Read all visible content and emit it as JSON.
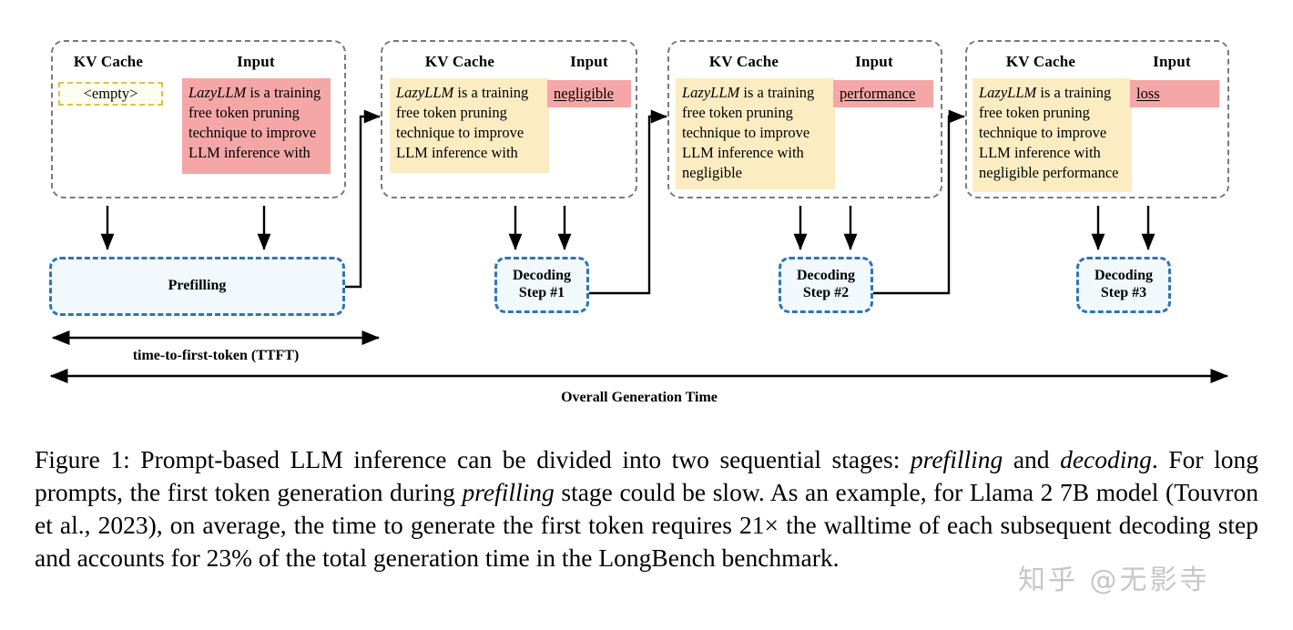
{
  "figure": {
    "panels": [
      {
        "id": "panel-prefill",
        "kv_title": "KV Cache",
        "input_title": "Input",
        "kv_text": "<empty>",
        "kv_empty": true,
        "input_italic": "LazyLLM",
        "input_text": " is a training free token pruning technique to improve LLM inference with",
        "input_underlined": false
      },
      {
        "id": "panel-decode-1",
        "kv_title": "KV Cache",
        "input_title": "Input",
        "kv_italic": "LazyLLM",
        "kv_text": " is a training free token pruning technique to improve LLM inference with",
        "kv_empty": false,
        "input_text": "negligible",
        "input_underlined": true
      },
      {
        "id": "panel-decode-2",
        "kv_title": "KV Cache",
        "input_title": "Input",
        "kv_italic": "LazyLLM",
        "kv_text": " is a training free token pruning technique to improve LLM inference with negligible",
        "kv_empty": false,
        "input_text": "performance",
        "input_underlined": true
      },
      {
        "id": "panel-decode-3",
        "kv_title": "KV Cache",
        "input_title": "Input",
        "kv_italic": "LazyLLM",
        "kv_text": " is a training free token pruning technique to improve LLM inference with negligible performance",
        "kv_empty": false,
        "input_text": "loss",
        "input_underlined": true
      }
    ],
    "stages": [
      {
        "id": "stage-prefilling",
        "label": "Prefilling"
      },
      {
        "id": "stage-decoding-1",
        "line1": "Decoding",
        "line2": "Step #1"
      },
      {
        "id": "stage-decoding-2",
        "line1": "Decoding",
        "line2": "Step #2"
      },
      {
        "id": "stage-decoding-3",
        "line1": "Decoding",
        "line2": "Step #3"
      }
    ],
    "measures": [
      {
        "id": "ttft",
        "label": "time-to-first-token (TTFT)"
      },
      {
        "id": "overall",
        "label": "Overall Generation Time"
      }
    ],
    "colors": {
      "kv_fill": "#fcecc2",
      "input_fill": "#f5a7a7",
      "panel_border": "#7a7a7a",
      "stage_border": "#2e75b6",
      "stage_fill": "#f2f9fd",
      "empty_border": "#d9c24a",
      "arrow": "#000000"
    }
  },
  "caption": {
    "label": "Figure 1:",
    "part1": " Prompt-based LLM inference can be divided into two sequential stages: ",
    "em1": "prefilling",
    "part2": " and ",
    "em2": "decoding",
    "part3": ". For long prompts, the first token generation during ",
    "em3": "prefilling",
    "part4": " stage could be slow. As an example, for Llama 2 7B model (Touvron et al., 2023), on average, the time to generate the first token requires 21× the walltime of each subsequent decoding step and accounts for 23% of the total generation time in the LongBench benchmark."
  },
  "watermark": {
    "text": "知乎 @无影寺"
  }
}
